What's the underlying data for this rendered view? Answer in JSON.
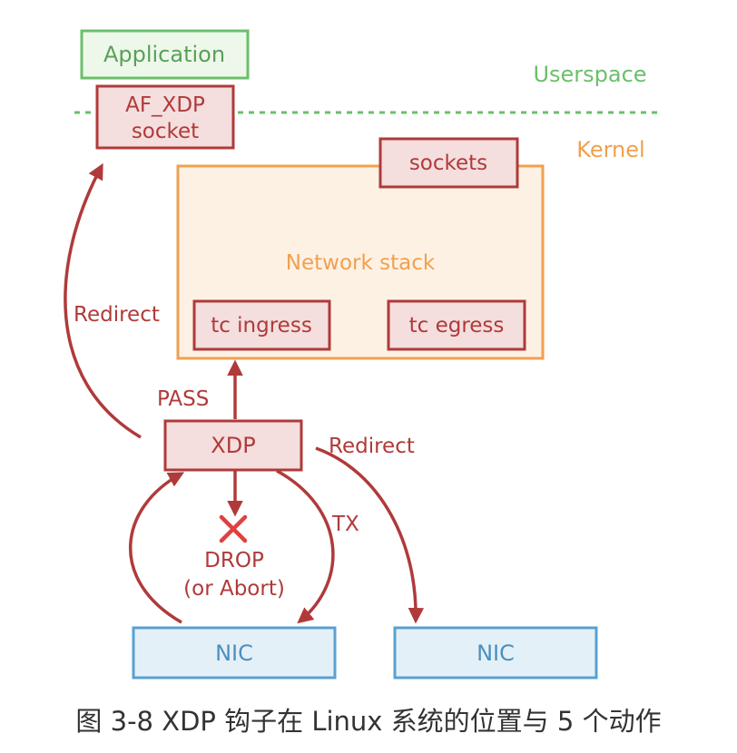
{
  "diagram": {
    "zones": {
      "userspace": "Userspace",
      "kernel": "Kernel"
    },
    "boxes": {
      "application": "Application",
      "af_xdp_line1": "AF_XDP",
      "af_xdp_line2": "socket",
      "sockets": "sockets",
      "network_stack": "Network stack",
      "tc_ingress": "tc ingress",
      "tc_egress": "tc egress",
      "xdp": "XDP",
      "nic_left": "NIC",
      "nic_right": "NIC"
    },
    "actions": {
      "redirect_left": "Redirect",
      "pass": "PASS",
      "redirect_right": "Redirect",
      "tx": "TX",
      "drop_line1": "DROP",
      "drop_line2": "(or Abort)"
    },
    "colors": {
      "green": "#6bbf6b",
      "green_fill": "#eef8ea",
      "red": "#b03a3a",
      "red_fill": "#f4dede",
      "orange": "#f0a050",
      "orange_fill": "#fdf1e4",
      "blue": "#5aa0d0",
      "blue_fill": "#e4f0f8"
    },
    "icons": {
      "drop_marker": "x-mark-icon"
    }
  },
  "caption": "图 3-8 XDP 钩子在 Linux 系统的位置与 5 个动作"
}
